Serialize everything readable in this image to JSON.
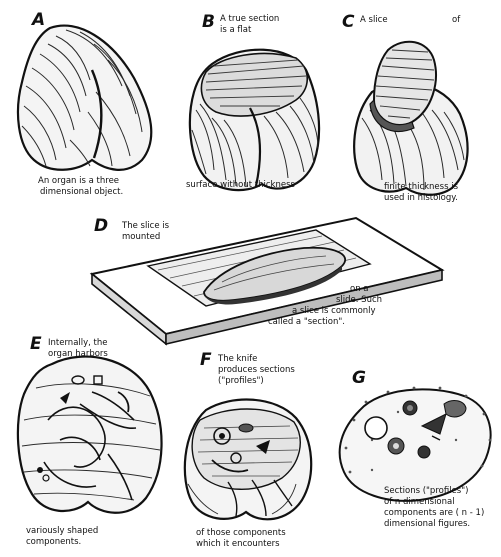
{
  "panels": {
    "a": {
      "label": "A",
      "caption_line1": "An organ is a three",
      "caption_line2": "dimensional object."
    },
    "b": {
      "label": "B",
      "top_line1": "A true section",
      "top_line2": "is a flat",
      "caption": "surface without thickness"
    },
    "c": {
      "label": "C",
      "top_word1": "A slice",
      "top_word2": "of",
      "caption_line1": "finite thickness is",
      "caption_line2": "used in histology."
    },
    "d": {
      "label": "D",
      "top_line1": "The slice is",
      "top_line2": "mounted",
      "side_line1": "on a",
      "side_line2": "slide.  Such",
      "side_line3": "a slice is commonly",
      "side_line4": "called a \"section\"."
    },
    "e": {
      "label": "E",
      "top_line1": "Internally, the",
      "top_line2": "organ harbors",
      "caption_line1": "variously shaped",
      "caption_line2": "components."
    },
    "f": {
      "label": "F",
      "top_line1": "The knife",
      "top_line2": "produces sections",
      "top_line3": "(\"profiles\")",
      "caption_line1": "of those components",
      "caption_line2": "which it encounters"
    },
    "g": {
      "label": "G",
      "caption_line1": "Sections (\"profiles\")",
      "caption_line2": "of n dimensional",
      "caption_line3": "components are ( n - 1)",
      "caption_line4": "dimensional figures."
    }
  }
}
